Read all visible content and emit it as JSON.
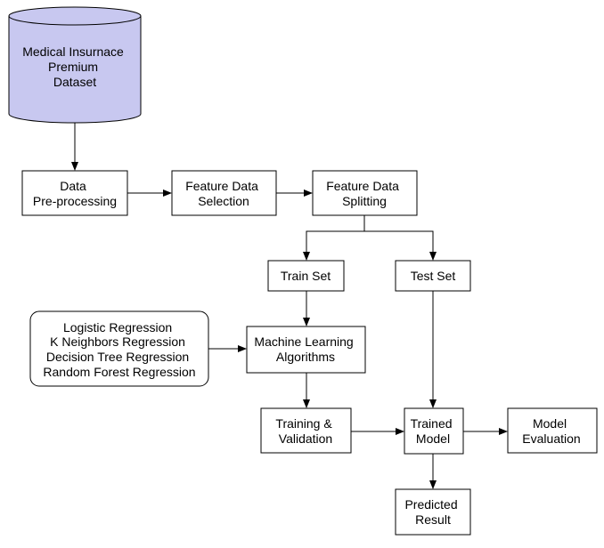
{
  "colors": {
    "dataset_fill": "#c8c8f0",
    "stroke": "#000000",
    "background": "#ffffff"
  },
  "nodes": {
    "dataset": {
      "lines": [
        "Medical Insurnace",
        "Premium",
        "Dataset"
      ]
    },
    "preprocessing": {
      "lines": [
        "Data",
        "Pre-processing"
      ]
    },
    "feature_selection": {
      "lines": [
        "Feature Data",
        "Selection"
      ]
    },
    "feature_splitting": {
      "lines": [
        "Feature Data",
        "Splitting"
      ]
    },
    "train_set": {
      "lines": [
        "Train Set"
      ]
    },
    "test_set": {
      "lines": [
        "Test Set"
      ]
    },
    "algorithms_list": {
      "lines": [
        "Logistic Regression",
        "K Neighbors Regression",
        "Decision Tree Regression",
        "Random Forest Regression"
      ]
    },
    "ml_algorithms": {
      "lines": [
        "Machine Learning",
        "Algorithms"
      ]
    },
    "training_validation": {
      "lines": [
        "Training &",
        "Validation"
      ]
    },
    "trained_model": {
      "lines": [
        "Trained",
        "Model"
      ]
    },
    "model_evaluation": {
      "lines": [
        "Model",
        "Evaluation"
      ]
    },
    "predicted_result": {
      "lines": [
        "Predicted",
        "Result"
      ]
    }
  }
}
